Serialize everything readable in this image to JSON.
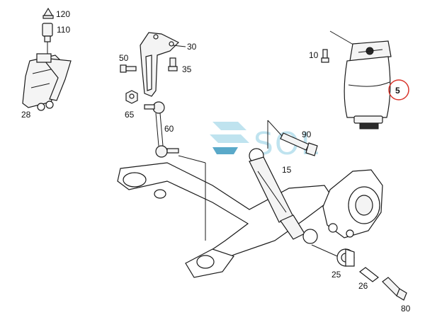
{
  "watermark": {
    "text": "SOL",
    "color": "#bfe3ef",
    "accent_color": "#5aa9c9"
  },
  "highlight_color": "#d9342b",
  "callouts": {
    "p120": "120",
    "p110": "110",
    "p28": "28",
    "p50": "50",
    "p30": "30",
    "p35": "35",
    "p65": "65",
    "p60": "60",
    "p10": "10",
    "p5": "5",
    "p90": "90",
    "p15": "15",
    "p25": "25",
    "p26": "26",
    "p80": "80"
  }
}
